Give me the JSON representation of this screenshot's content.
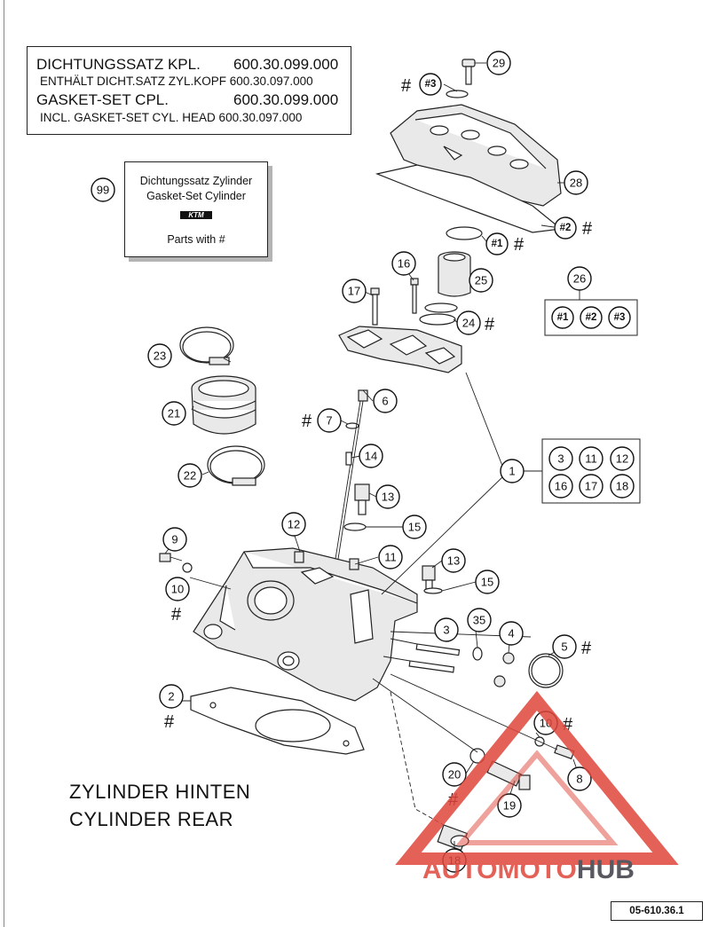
{
  "gasket_info": {
    "line1_text": "DICHTUNGSSATZ KPL.",
    "line1_number": "600.30.099.000",
    "line2": "ENTHÄLT DICHT.SATZ ZYL.KOPF 600.30.097.000",
    "line3_text": "GASKET-SET CPL.",
    "line3_number": "600.30.099.000",
    "line4": "INCL. GASKET-SET CYL. HEAD 600.30.097.000"
  },
  "gasket_set_box": {
    "callout": "99",
    "line1": "Dichtungssatz Zylinder",
    "line2": "Gasket-Set Cylinder",
    "logo": "KTM",
    "line3": "Parts with #"
  },
  "title": {
    "line1": "ZYLINDER HINTEN",
    "line2": "CYLINDER REAR"
  },
  "doc_number": "05-610.36.1",
  "hash_symbol": "#",
  "callouts": {
    "c29": "29",
    "c3h": "#3",
    "c28": "28",
    "c2h": "#2",
    "c1h": "#1",
    "c16": "16",
    "c25": "25",
    "c17": "17",
    "c24": "24",
    "c26": "26",
    "g1": "#1",
    "g2": "#2",
    "g3": "#3",
    "c23": "23",
    "c21": "21",
    "c22": "22",
    "c6": "6",
    "c7": "7",
    "c14": "14",
    "c13a": "13",
    "c15a": "15",
    "c1": "1",
    "b3": "3",
    "b11": "11",
    "b12": "12",
    "b16": "16",
    "b17": "17",
    "b18": "18",
    "c9": "9",
    "c10a": "10",
    "c12": "12",
    "c11": "11",
    "c13b": "13",
    "c15b": "15",
    "c3": "3",
    "c35": "35",
    "c4": "4",
    "c5": "5",
    "c2": "2",
    "c10b": "10",
    "c20": "20",
    "c8": "8",
    "c19": "19",
    "c18": "18"
  },
  "watermark": {
    "part1": "AUTO",
    "part2": "MOTO",
    "part3": "HUB",
    "color_red": "#e0463c",
    "color_dark": "#3c3c46"
  }
}
